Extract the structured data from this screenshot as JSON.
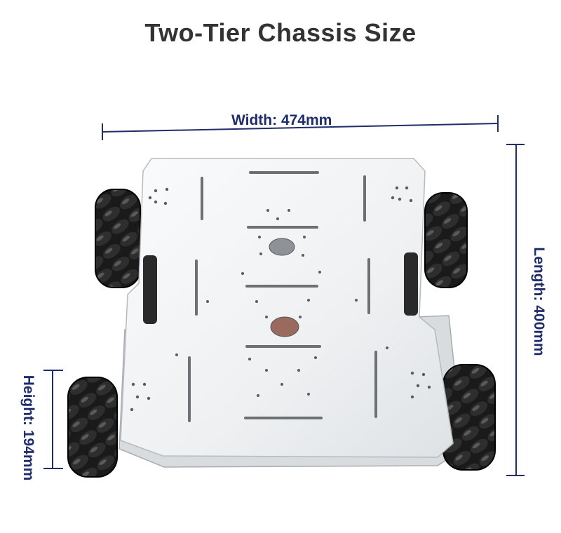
{
  "title": "Two-Tier Chassis Size",
  "dimensions": {
    "width": "Width: 474mm",
    "length": "Length: 400mm",
    "height": "Height: 194mm"
  },
  "colors": {
    "dimension_line": "#1f2d6b",
    "title_text": "#333333",
    "plate": "#f2f3f4",
    "wheel": "#1c1c1c"
  }
}
